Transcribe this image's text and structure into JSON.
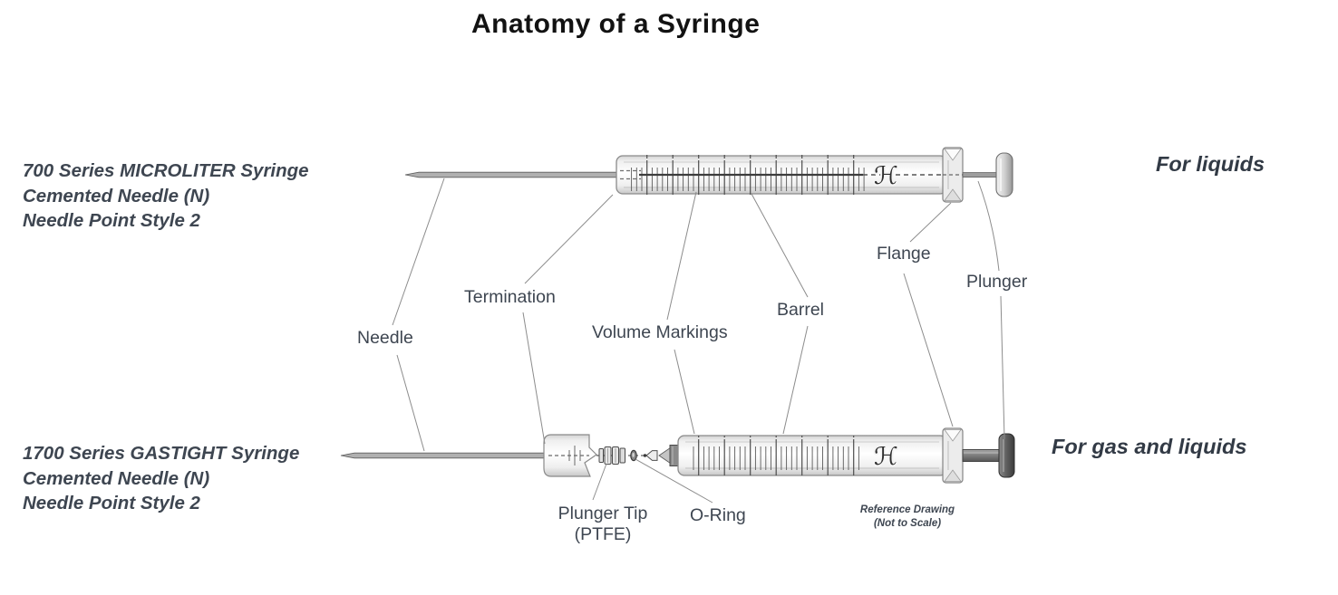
{
  "title": "Anatomy of a Syringe",
  "colors": {
    "ink": "#3e4651",
    "title_ink": "#121212",
    "leader_line": "#8c8c8c",
    "metal_dark": "#4f4f4f",
    "glass_light": "#f7f7f7"
  },
  "syringe_top": {
    "description_lines": [
      "700 Series MICROLITER Syringe",
      "Cemented Needle (N)",
      "Needle Point Style 2"
    ],
    "use_label": "For liquids"
  },
  "syringe_bottom": {
    "description_lines": [
      "1700 Series GASTIGHT Syringe",
      "Cemented Needle (N)",
      "Needle Point Style 2"
    ],
    "use_label": "For gas and liquids"
  },
  "part_labels": {
    "needle": "Needle",
    "termination": "Termination",
    "volume_markings": "Volume Markings",
    "barrel": "Barrel",
    "flange": "Flange",
    "plunger": "Plunger",
    "plunger_tip_line1": "Plunger Tip",
    "plunger_tip_line2": "(PTFE)",
    "o_ring": "O-Ring"
  },
  "footnote": {
    "line1": "Reference Drawing",
    "line2": "(Not to Scale)"
  },
  "logo_glyph": "ℋ"
}
